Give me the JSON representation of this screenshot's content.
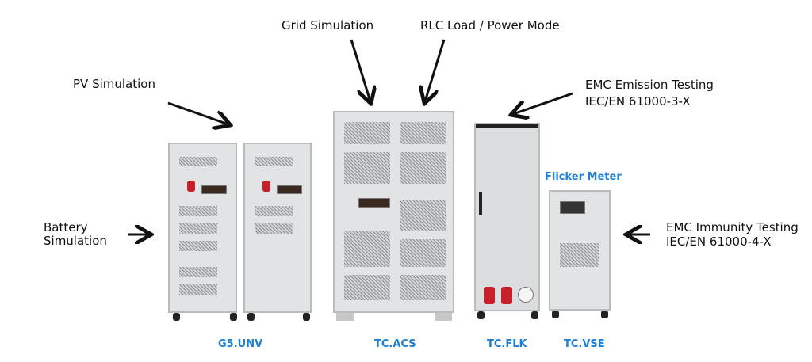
{
  "callouts": {
    "grid_simulation": "Grid Simulation",
    "rlc_load": "RLC Load / Power Mode",
    "pv_simulation": "PV Simulation",
    "emc_emission_line1": "EMC Emission Testing",
    "emc_emission_line2": "IEC/EN 61000-3-X",
    "flicker_meter": "Flicker Meter",
    "battery_line1": "Battery",
    "battery_line2": "Simulation",
    "emc_immunity_line1": "EMC Immunity Testing",
    "emc_immunity_line2": "IEC/EN 61000-4-X"
  },
  "products": {
    "g5_unv": "G5.UNV",
    "tc_acs": "TC.ACS",
    "tc_flk": "TC.FLK",
    "tc_vse": "TC.VSE"
  },
  "colors": {
    "accent": "#1f7fd0",
    "text": "#111111"
  }
}
